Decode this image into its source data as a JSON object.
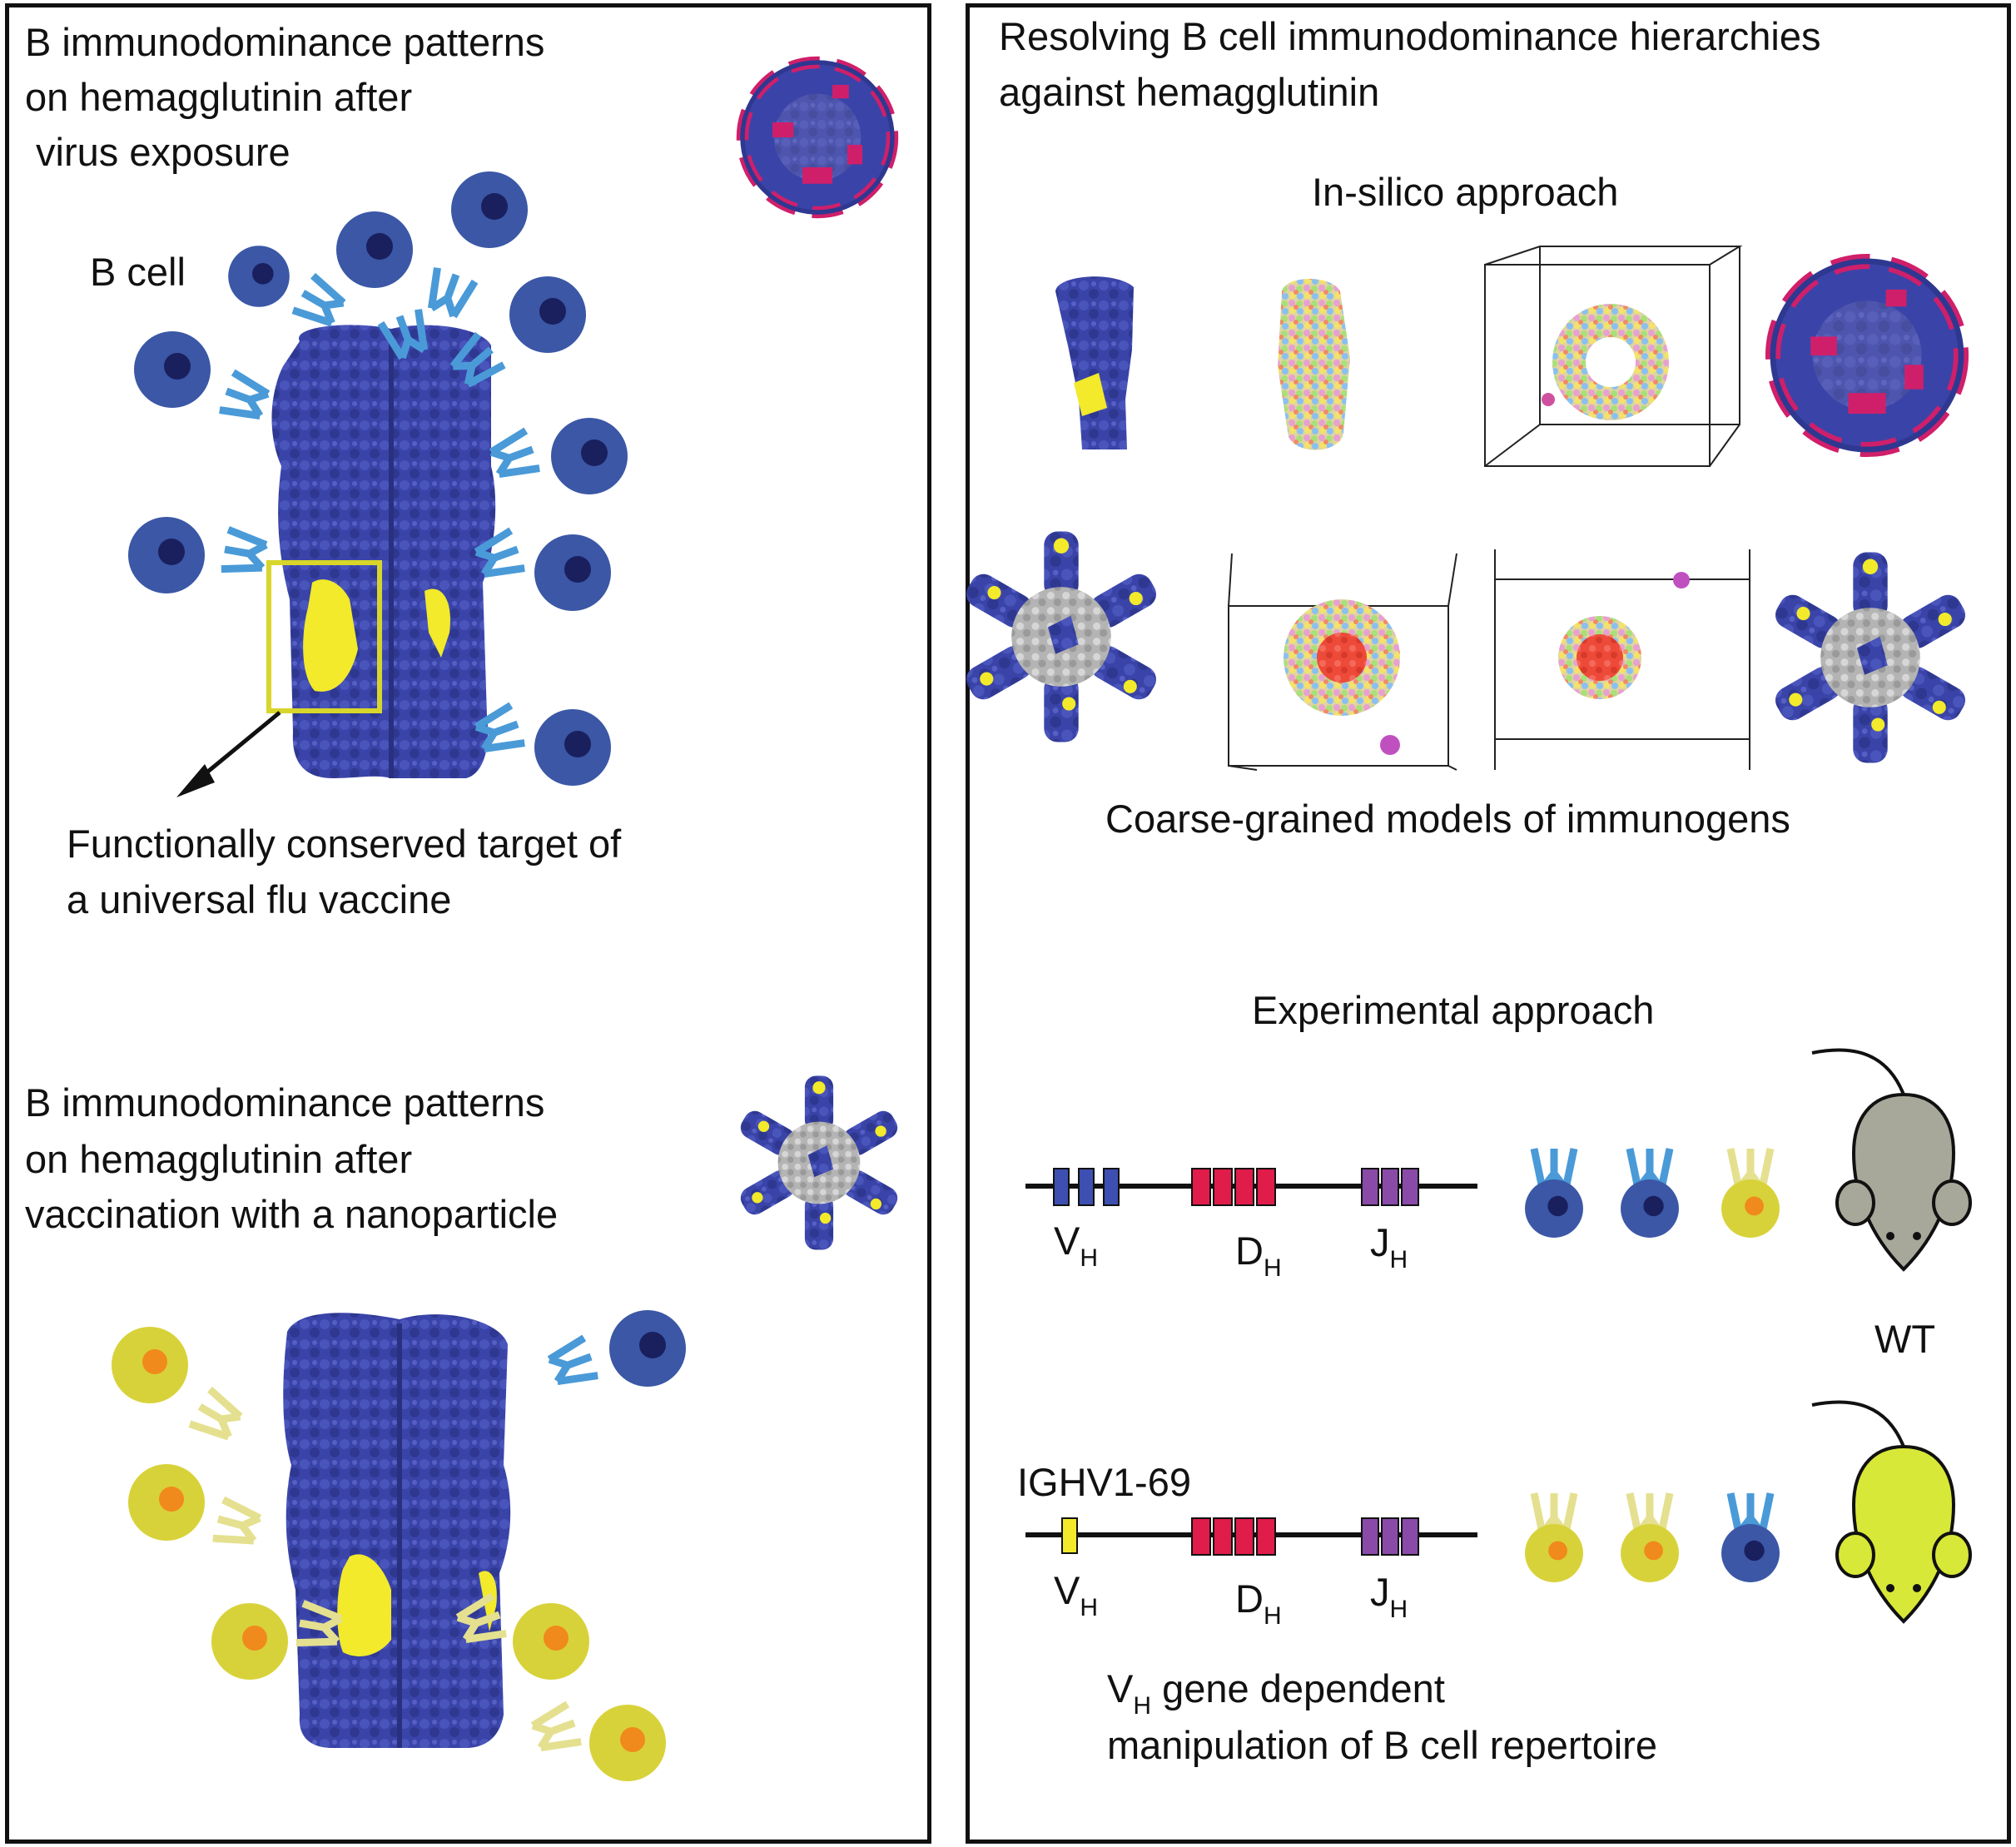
{
  "left": {
    "top_title": [
      "B immunodominance patterns",
      "on hemagglutinin after",
      " virus exposure"
    ],
    "b_cell_label": "B cell",
    "conserved_target": [
      "Functionally conserved target of",
      "a universal flu vaccine"
    ],
    "bottom_title": [
      "B immunodominance patterns",
      "on hemagglutinin after",
      "vaccination with a nanoparticle"
    ]
  },
  "right": {
    "title": [
      "Resolving B cell immunodominance hierarchies",
      "against hemagglutinin"
    ],
    "insilico_heading": "In-silico approach",
    "cg_caption": "Coarse-grained models of immunogens",
    "experimental_heading": "Experimental approach",
    "gene_labels": {
      "v": "V",
      "d": "D",
      "j": "J",
      "sub": "H"
    },
    "wt_label": "WT",
    "ighv_label": "IGHV1-69",
    "vh_caption_main": "V",
    "vh_caption_sub": "H",
    "vh_caption_rest": " gene dependent",
    "vh_caption_line2": "manipulation of B cell repertoire"
  },
  "colors": {
    "protein_blue": "#3a44a8",
    "epitope_yellow": "#f2ea2a",
    "bcell_blue": "#3b57a6",
    "bcell_nucleus": "#1a1f5e",
    "antibody_blue": "#4a9ad8",
    "bcell_yellow": "#d8d23a",
    "bcell_orange": "#f08a1c",
    "antibody_yellow": "#e4e090",
    "virus_pink": "#d01f6a",
    "v_segment": "#3d4fb0",
    "d_segment": "#e01c4a",
    "j_segment": "#8a4aa8",
    "mouse_wt": "#a8a89a",
    "mouse_mod": "#d8e838"
  }
}
